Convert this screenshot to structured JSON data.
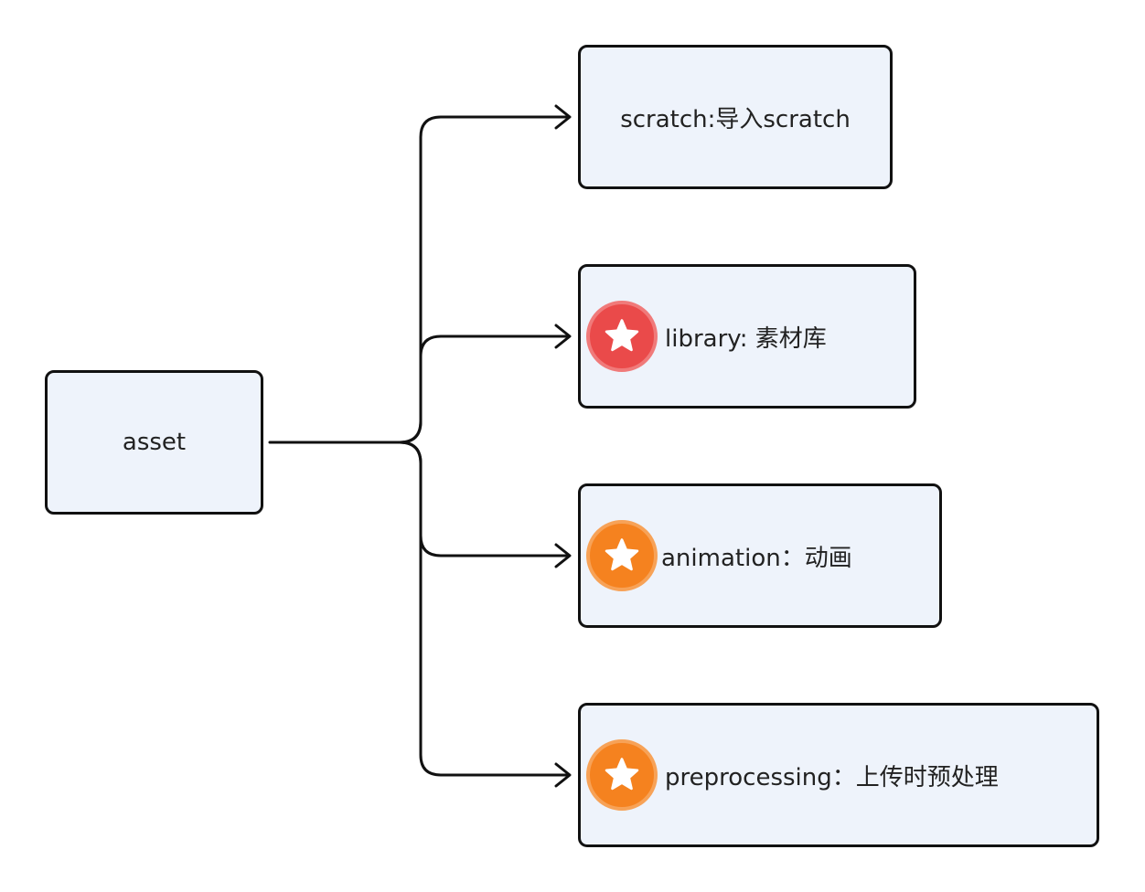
{
  "root": {
    "label": "asset"
  },
  "children": [
    {
      "label": "scratch:导入scratch",
      "icon": null
    },
    {
      "label": "library: 素材库",
      "icon": "star-icon",
      "badge_color": "#ea4a4a",
      "badge_ring": "#f07a7a"
    },
    {
      "label": "animation：动画",
      "icon": "star-icon",
      "badge_color": "#f5821f",
      "badge_ring": "#f7a257"
    },
    {
      "label": "preprocessing：上传时预处理",
      "icon": "star-icon",
      "badge_color": "#f5821f",
      "badge_ring": "#f7a257"
    }
  ],
  "colors": {
    "node_fill": "#eef3fb",
    "node_border": "#111111",
    "connector": "#111111"
  }
}
